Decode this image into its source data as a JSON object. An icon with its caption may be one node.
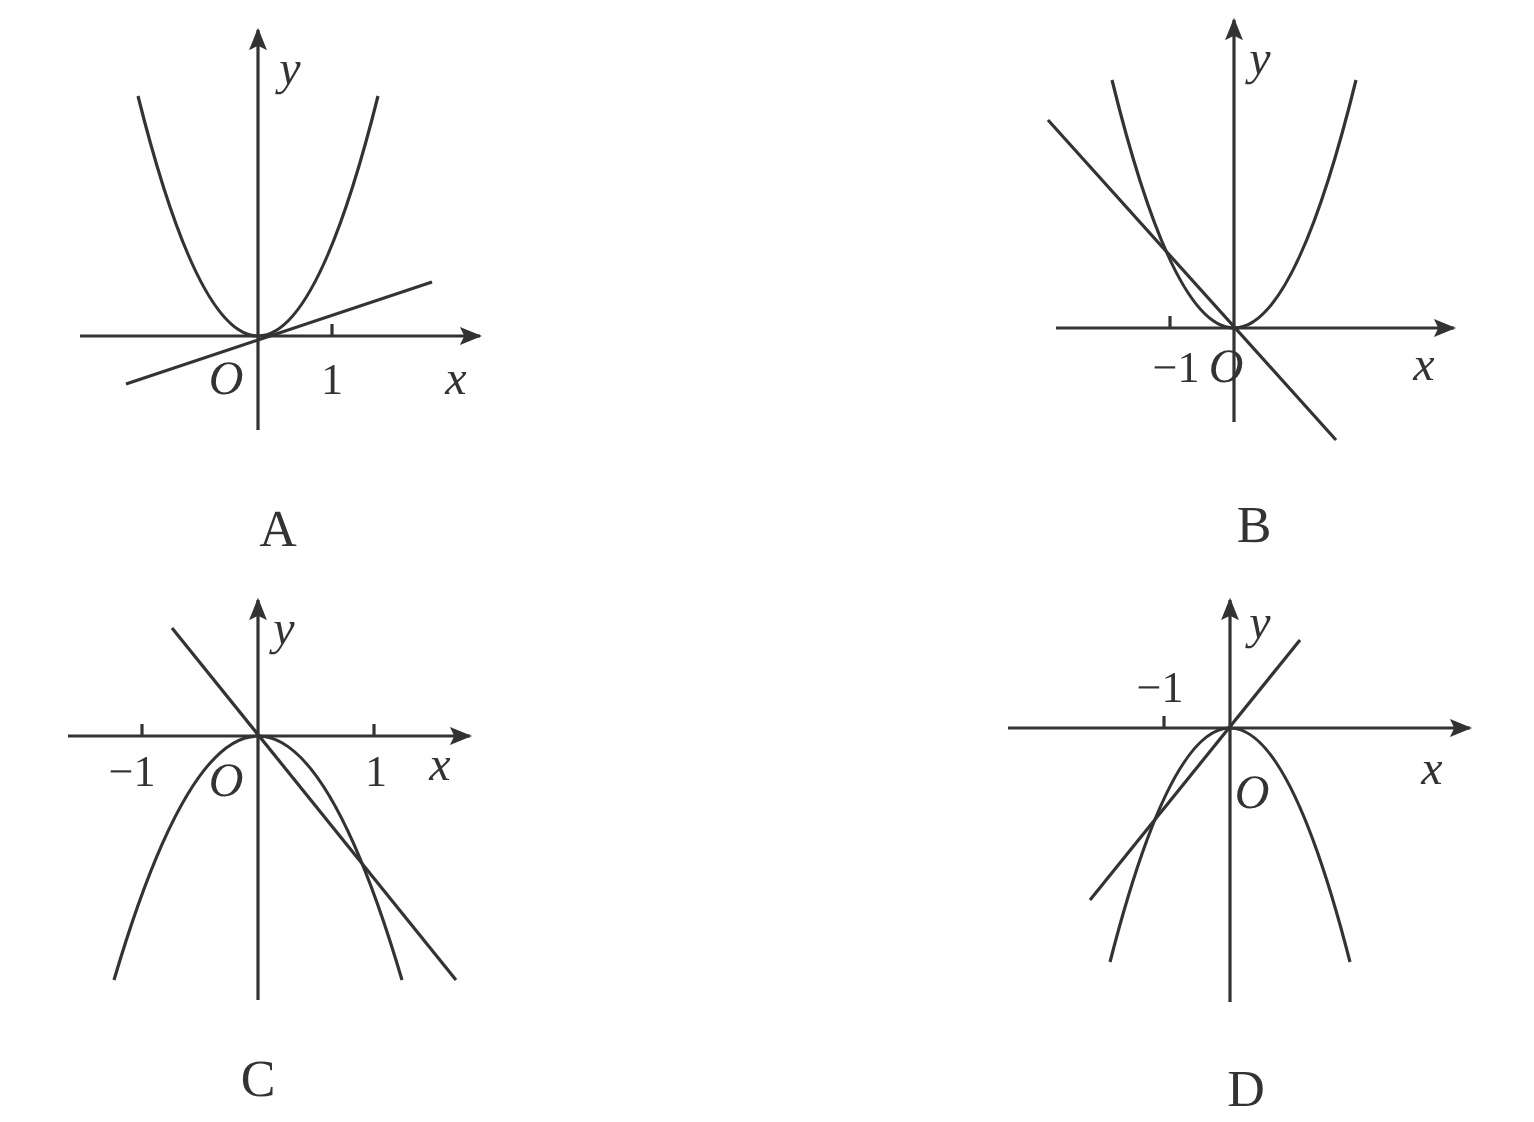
{
  "diagram": {
    "labels": [
      "y",
      "O",
      "1",
      "x",
      "A",
      "y",
      "−1",
      "O",
      "x",
      "B",
      "y",
      "−1",
      "O",
      "1",
      "x",
      "C",
      "y",
      "−1",
      "x",
      "O",
      "D"
    ]
  }
}
